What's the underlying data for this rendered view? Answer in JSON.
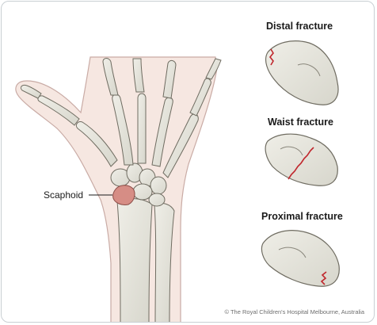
{
  "labels": {
    "scaphoid": "Scaphoid",
    "distal": "Distal fracture",
    "waist": "Waist fracture",
    "proximal": "Proximal fracture"
  },
  "copyright": "© The Royal Children's Hospital Melbourne, Australia",
  "colors": {
    "skin": "#f6e7e1",
    "skin_outline": "#c9aba5",
    "bone": "#e8e7de",
    "bone_outline": "#6f6c61",
    "scaphoid": "#d68d85",
    "fracture": "#c0272d",
    "border": "#c9cfd3"
  },
  "icons": [
    "hand-illustration",
    "scaphoid-bone",
    "fracture-line"
  ]
}
